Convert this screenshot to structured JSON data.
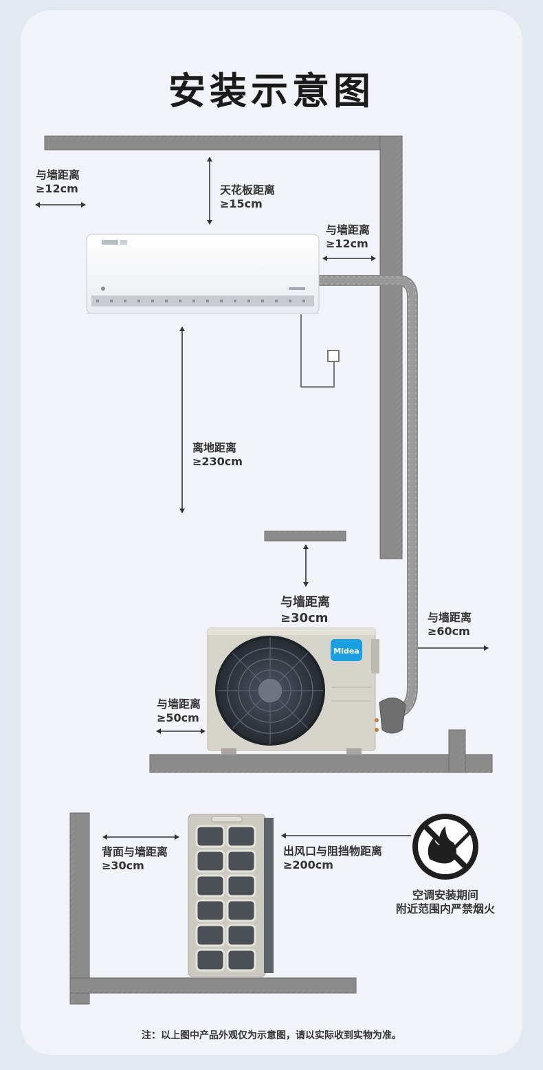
{
  "title": "安装示意图",
  "labels": {
    "wall_left_indoor": {
      "line1": "与墙距离",
      "line2": "≥12cm"
    },
    "ceiling": {
      "line1": "天花板距离",
      "line2": "≥15cm"
    },
    "wall_right_indoor": {
      "line1": "与墙距离",
      "line2": "≥12cm"
    },
    "floor": {
      "line1": "离地距离",
      "line2": "≥230cm"
    },
    "outdoor_top": {
      "line1": "与墙距离",
      "line2": "≥30cm"
    },
    "outdoor_right": {
      "line1": "与墙距离",
      "line2": "≥60cm"
    },
    "outdoor_left": {
      "line1": "与墙距离",
      "line2": "≥50cm"
    },
    "back_wall": {
      "line1": "背面与墙距离",
      "line2": "≥30cm"
    },
    "outlet": {
      "line1": "出风口与阻挡物距离",
      "line2": "≥200cm"
    }
  },
  "warning": {
    "line1": "空调安装期间",
    "line2": "附近范围内严禁烟火",
    "icon": "no-fire-icon"
  },
  "brand": "Midea",
  "note": "注：以上图中产品外观仅为示意图，请以实际收到实物为准。",
  "colors": {
    "wall": "#8a8a8a",
    "arrow": "#333333",
    "card": "#f1f3f8",
    "brand": "#1aa0e0"
  }
}
